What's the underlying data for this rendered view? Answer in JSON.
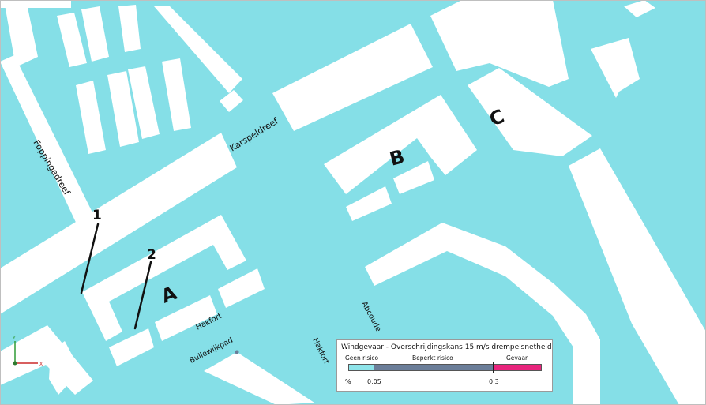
{
  "colors": {
    "wind_area": "#85dfe7",
    "building": "#ffffff",
    "label_line": "#111111",
    "geen_risico": "#8ee4ea",
    "beperkt_risico": "#6b7e99",
    "gevaar": "#e8257d"
  },
  "streets": {
    "foppingadreef": "Foppingadreef",
    "karspeldreef": "Karspeldreef",
    "hakfort_a": "Hakfort",
    "hakfort_b": "Hakfort",
    "bullewijkpad": "Bullewijkpad",
    "abcoude": "Abcoude"
  },
  "blocks": {
    "a": "A",
    "b": "B",
    "c": "C"
  },
  "points": {
    "p1": "1",
    "p2": "2"
  },
  "axis_icon": {
    "x": "X",
    "y": "Y"
  },
  "legend": {
    "title": "Windgevaar - Overschrijdingskans 15 m/s drempelsnetheid",
    "categories": [
      "Geen risico",
      "Beperkt risico",
      "Gevaar"
    ],
    "unit": "%",
    "thresholds": [
      "0,05",
      "0,3"
    ]
  }
}
